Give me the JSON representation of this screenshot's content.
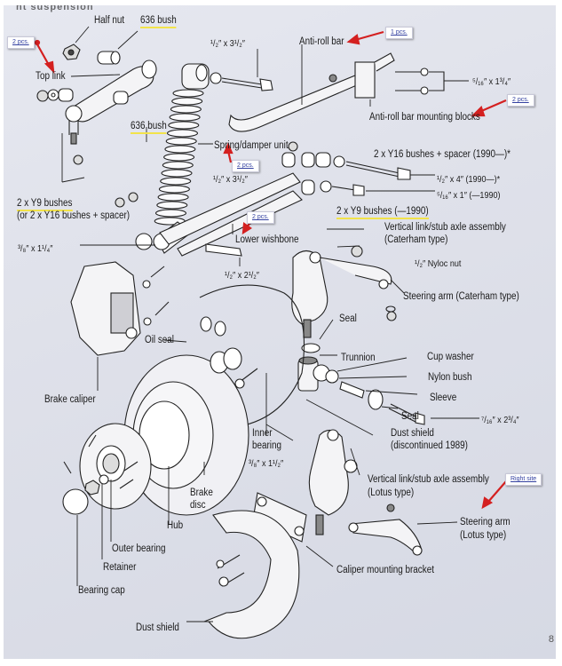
{
  "page": {
    "heading_fragment": "nt suspension",
    "page_number_fragment": "8"
  },
  "labels": {
    "half_nut": "Half nut",
    "bush_636_top": "636 bush",
    "bolt_half_3_5_top": "¹/₂″ x 3¹/₂″",
    "anti_roll_bar": "Anti-roll bar",
    "bolt_5_16_1_3_4": "⁵/₁₆″ x 1³/₄″",
    "anti_roll_bar_mounting_blocks": "Anti-roll bar mounting blocks",
    "top_link": "Top link",
    "bush_636_mid": "636 bush",
    "spring_damper_unit": "Spring/damper unit",
    "y16_bushes_spacer": "2 x Y16 bushes + spacer (1990—)*",
    "bolt_half_3_5_mid": "¹/₂″ x 3¹/₂″",
    "bolt_half_4": "¹/₂″ x 4″ (1990—)*",
    "bolt_5_16_1": "⁵/₁₆″ x 1″ (—1990)",
    "y9_bushes_line1": "2 x Y9 bushes",
    "y9_bushes_line2": "(or 2 x Y16 bushes + spacer)",
    "y9_bushes_1990": "2 x Y9 bushes (—1990)",
    "lower_wishbone": "Lower wishbone",
    "vertical_link_caterham_1": "Vertical link/stub axle assembly",
    "vertical_link_caterham_2": "(Caterham type)",
    "bolt_3_8_1_1_4": "³/₈″ x 1¹/₄″",
    "nyloc_nut": "¹/₂″ Nyloc nut",
    "bolt_half_2_5": "¹/₂″ x 2¹/₂″",
    "steering_arm_caterham": "Steering arm (Caterham type)",
    "seal_upper": "Seal",
    "oil_seal": "Oil seal",
    "trunnion": "Trunnion",
    "cup_washer": "Cup washer",
    "nylon_bush": "Nylon bush",
    "brake_caliper": "Brake caliper",
    "sleeve": "Sleeve",
    "seal_lower": "Seal",
    "bolt_7_16_2_3_4": "⁷/₁₆″ x 2³/₄″",
    "inner_bearing_1": "Inner",
    "inner_bearing_2": "bearing",
    "dust_shield_disc_1": "Dust shield",
    "dust_shield_disc_2": "(discontinued 1989)",
    "bolt_3_8_1_1_2": "³/₈″ x 1¹/₂″",
    "vertical_link_lotus_1": "Vertical link/stub axle assembly",
    "vertical_link_lotus_2": "(Lotus type)",
    "brake_disc_1": "Brake",
    "brake_disc_2": "disc",
    "steering_arm_lotus_1": "Steering arm",
    "steering_arm_lotus_2": "(Lotus type)",
    "hub": "Hub",
    "outer_bearing": "Outer bearing",
    "retainer": "Retainer",
    "caliper_mounting_bracket": "Caliper mounting bracket",
    "bearing_cap": "Bearing cap",
    "dust_shield": "Dust shield"
  },
  "callouts": [
    {
      "id": "top-link-qty",
      "text": "2 pcs."
    },
    {
      "id": "anti-roll-bar-qty",
      "text": "1 pcs."
    },
    {
      "id": "mounting-blocks-qty",
      "text": "2 pcs."
    },
    {
      "id": "spring-damper-qty",
      "text": "2 pcs."
    },
    {
      "id": "lower-wishbone-qty",
      "text": "2 pcs."
    },
    {
      "id": "steering-arm-side",
      "text": "Right site"
    }
  ],
  "colors": {
    "callout_arrow": "#d42020",
    "highlight": "#f2e34a",
    "callout_link": "#3340a0"
  }
}
